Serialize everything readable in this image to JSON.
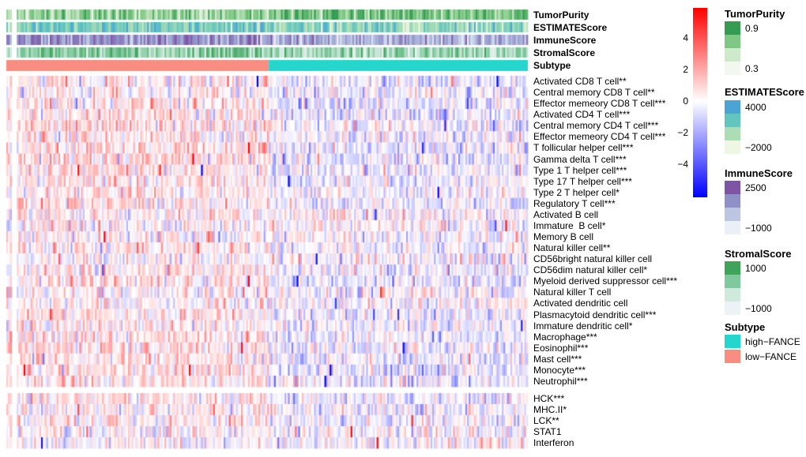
{
  "chart_data": {
    "type": "heatmap",
    "title": "",
    "columns": {
      "count": 300,
      "split_index": 151,
      "gap_columns": [
        3,
        4,
        5
      ]
    },
    "value_scale": {
      "min": -6,
      "max": 6,
      "tick_values": [
        4,
        2,
        0,
        -2,
        -4
      ],
      "tick_labels": [
        "4",
        "2",
        "0",
        "−2",
        "−4"
      ],
      "high_color": "#ff0000",
      "mid_color": "#ffffff",
      "low_color": "#0000ff"
    },
    "annotation_rows": [
      {
        "label": "TumorPurity",
        "palette": [
          "#339c52",
          "#7ec883",
          "#cfe9cb",
          "#f2f8ef"
        ],
        "bias": {
          "low": 0.45,
          "high": 0.28,
          "sd": 0.24
        },
        "legend": {
          "title": "TumorPurity",
          "labels": [
            "0.9",
            "0.3"
          ]
        }
      },
      {
        "label": "ESTIMATEScore",
        "palette": [
          "#4ba4d4",
          "#63c6be",
          "#abdeb4",
          "#eff6e3"
        ],
        "bias": {
          "low": 0.38,
          "high": 0.55,
          "sd": 0.24
        },
        "legend": {
          "title": "ESTIMATEScore",
          "labels": [
            "4000",
            "−2000"
          ]
        }
      },
      {
        "label": "ImmuneScore",
        "palette": [
          "#7d55a4",
          "#8f90c8",
          "#bcc6e3",
          "#ebf0f8"
        ],
        "bias": {
          "low": 0.32,
          "high": 0.55,
          "sd": 0.24
        },
        "legend": {
          "title": "ImmuneScore",
          "labels": [
            "2500",
            "−1000"
          ]
        }
      },
      {
        "label": "StromalScore",
        "palette": [
          "#3ea35b",
          "#80c99e",
          "#cfe9dc",
          "#ecf3f6"
        ],
        "bias": {
          "low": 0.38,
          "high": 0.52,
          "sd": 0.24
        },
        "legend": {
          "title": "StromalScore",
          "labels": [
            "1000",
            "−1000"
          ]
        }
      }
    ],
    "subtype_row": {
      "label": "Subtype",
      "legend_title": "Subtype",
      "categories": [
        {
          "name": "high−FANCE",
          "color": "#25d6cd"
        },
        {
          "name": "low−FANCE",
          "color": "#f98d82"
        }
      ],
      "left_category": "low−FANCE"
    },
    "main_rows": [
      "Activated CD8 T cell**",
      "Central memory CD8 T cell**",
      "Effector memeory CD8 T cell***",
      "Activated CD4 T cell***",
      "Central memory CD4 T cell***",
      "Effector memeory CD4 T cell***",
      "T follicular helper cell***",
      "Gamma delta T cell***",
      "Type 1 T helper cell***",
      "Type 17 T helper cell***",
      "Type 2 T helper cell*",
      "Regulatory T cell***",
      "Activated B cell",
      "Immature  B cell*",
      "Memory B cell",
      "Natural killer cell**",
      "CD56bright natural killer cell",
      "CD56dim natural killer cell*",
      "Myeloid derived suppressor cell***",
      "Natural killer T cell",
      "Activated dendritic cell",
      "Plasmacytoid dendritic cell***",
      "Immature dendritic cell*",
      "Macrophage***",
      "Eosinophil***",
      "Mast cell***",
      "Monocyte***",
      "Neutrophil***"
    ],
    "bottom_rows": [
      "HCK***",
      "MHC.II*",
      "LCK**",
      "STAT1",
      "Interferon"
    ],
    "cell_noise": {
      "seed": 20240707,
      "sigma": 1.0,
      "base_bias_low": 0.1,
      "star_bias_low_step": 0.17,
      "base_bias_high": -0.05,
      "star_bias_high_step": -0.12,
      "tail_prob": 0.03,
      "tail_mult": 2.6
    }
  }
}
